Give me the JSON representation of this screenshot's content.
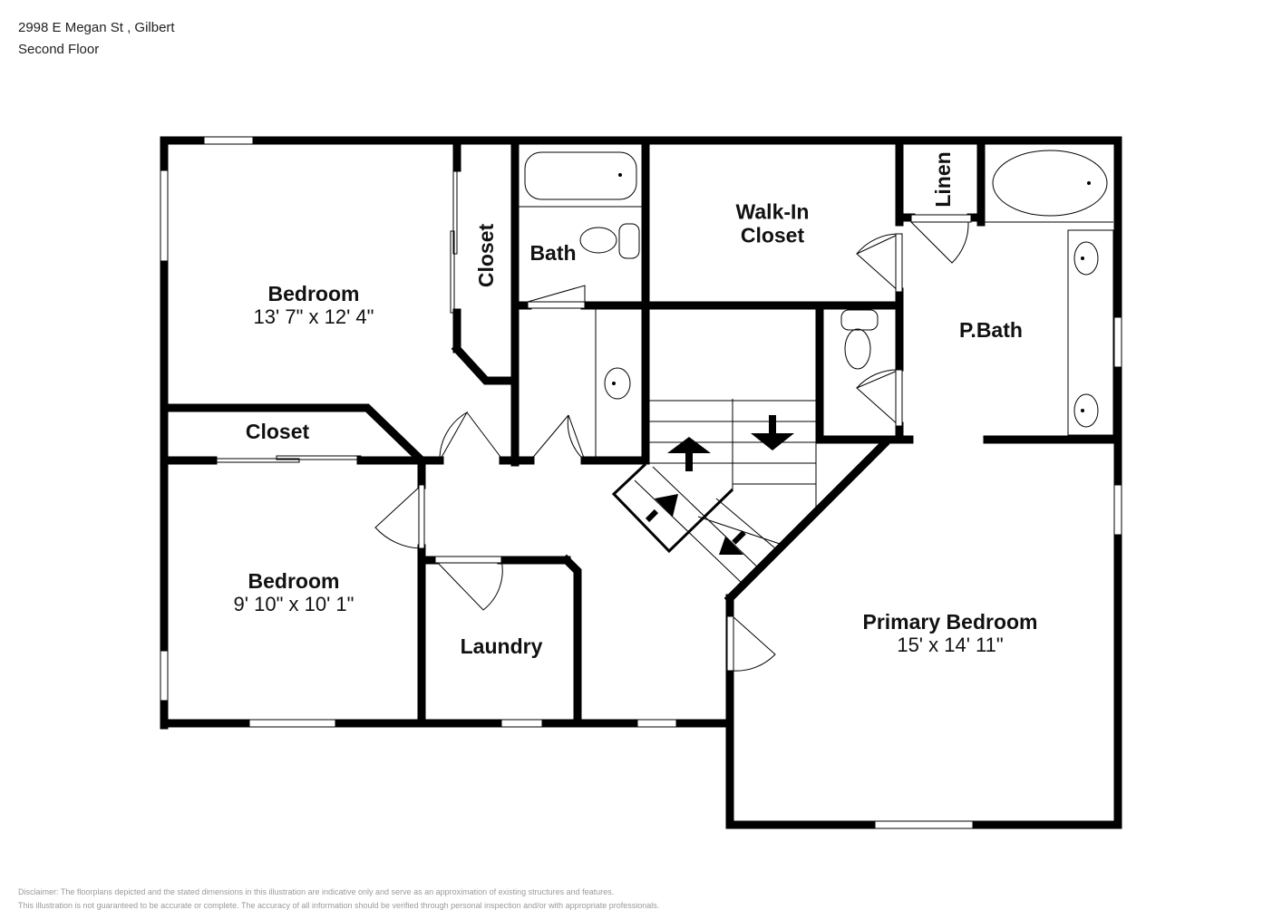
{
  "header": {
    "address": "2998 E Megan St , Gilbert",
    "floor": "Second Floor"
  },
  "rooms": {
    "bedroom1": {
      "name": "Bedroom",
      "dimensions": "13' 7\" x 12' 4\""
    },
    "closet1": {
      "name": "Closet"
    },
    "closet2": {
      "name": "Closet"
    },
    "bath": {
      "name": "Bath"
    },
    "walkin": {
      "name_line1": "Walk-In",
      "name_line2": "Closet"
    },
    "linen": {
      "name": "Linen"
    },
    "pbath": {
      "name": "P.Bath"
    },
    "bedroom2": {
      "name": "Bedroom",
      "dimensions": "9' 10\" x 10' 1\""
    },
    "laundry": {
      "name": "Laundry"
    },
    "primary": {
      "name": "Primary Bedroom",
      "dimensions": "15' x 14' 11\""
    }
  },
  "disclaimer": {
    "line1": "Disclaimer: The floorplans depicted and the stated dimensions in this illustration are indicative only and serve as an approximation of existing structures and features.",
    "line2": "This illustration is not guaranteed to be accurate or complete. The accuracy of all information should be verified through personal inspection and/or with appropriate professionals."
  },
  "colors": {
    "wall": "#000000",
    "background": "#ffffff",
    "fixture": "#000000"
  }
}
